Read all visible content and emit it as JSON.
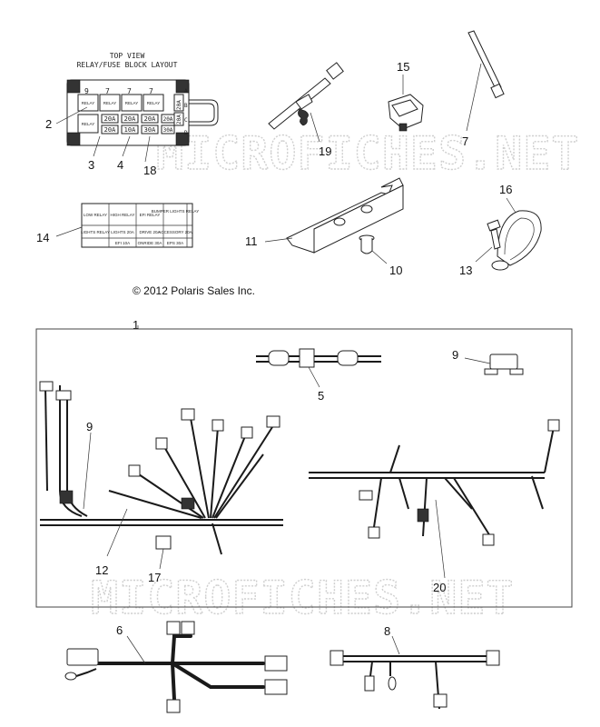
{
  "relay_block": {
    "title_line1": "TOP VIEW",
    "title_line2": "RELAY/FUSE BLOCK LAYOUT",
    "slot_numbers": [
      "9",
      "7",
      "7",
      "7"
    ],
    "relay_labels": [
      "RELAY",
      "RELAY",
      "RELAY",
      "RELAY"
    ],
    "relay_label_lower": "RELAY",
    "fuse_row1": [
      "20A",
      "20A",
      "20A",
      "20A"
    ],
    "fuse_row2": [
      "20A",
      "10A",
      "30A",
      "30A"
    ],
    "side_fuses": [
      "20A",
      "20A"
    ],
    "side_letters": [
      "A",
      "B",
      "C",
      "D"
    ]
  },
  "fuse_label_card": {
    "row1": [
      "LOW RELAY",
      "HIGH RELAY",
      "EFI RELAY",
      "BUMPER LIGHTS RELAY"
    ],
    "row2": [
      "LIGHTS RELAY",
      "LIGHTS 20A",
      "DRIVE 20A",
      "ACCESSORY 20A"
    ],
    "row3": [
      "",
      "EFI 10A",
      "ONRIDE 30A",
      "EPS 30A"
    ]
  },
  "callouts": {
    "c1": "1",
    "c2": "2",
    "c3": "3",
    "c4": "4",
    "c5": "5",
    "c6": "6",
    "c7": "7",
    "c8": "8",
    "c9a": "9",
    "c9b": "9",
    "c10": "10",
    "c11": "11",
    "c12": "12",
    "c13": "13",
    "c14": "14",
    "c15": "15",
    "c16": "16",
    "c17": "17",
    "c18": "18",
    "c19": "19",
    "c20": "20"
  },
  "copyright": "© 2012 Polaris Sales Inc.",
  "watermark": "MICROFICHES.NET",
  "colors": {
    "line": "#222222",
    "watermark": "#cfcfcf",
    "background": "#ffffff"
  }
}
